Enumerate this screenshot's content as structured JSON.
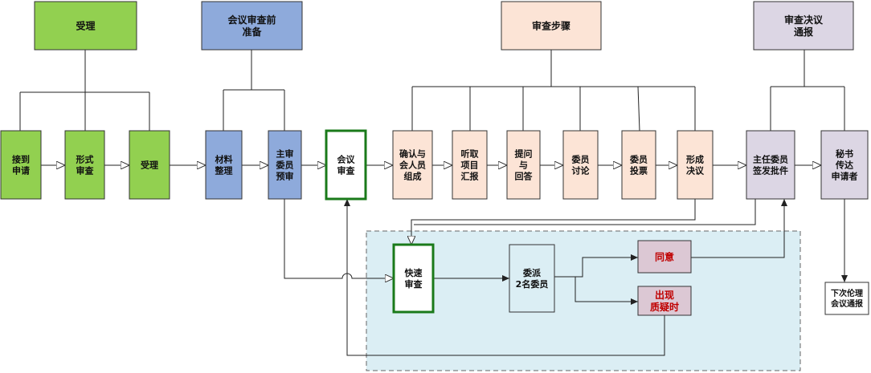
{
  "colors": {
    "green": "#92d050",
    "blue": "#8eaadb",
    "peach": "#fce4d6",
    "lavender": "#dcd6e4",
    "rose": "#dcc8d4",
    "panel": "#dbeef4",
    "white": "#ffffff",
    "border": "#333333",
    "highlight_border": "#1a7a1a",
    "alert_text": "#c00000"
  },
  "headers": [
    {
      "id": "reception",
      "lines": [
        "受理"
      ]
    },
    {
      "id": "prep",
      "lines": [
        "会议审查前",
        "准备"
      ]
    },
    {
      "id": "steps",
      "lines": [
        "审查步骤"
      ]
    },
    {
      "id": "resolution",
      "lines": [
        "审查决议",
        "通报"
      ]
    }
  ],
  "steps": [
    {
      "id": "apply",
      "lines": [
        "接到",
        "申请"
      ]
    },
    {
      "id": "formal",
      "lines": [
        "形式",
        "审查"
      ]
    },
    {
      "id": "accept",
      "lines": [
        "受理"
      ]
    },
    {
      "id": "material",
      "lines": [
        "材料",
        "整理"
      ]
    },
    {
      "id": "pre",
      "lines": [
        "主审",
        "委员",
        "预审"
      ]
    },
    {
      "id": "meeting",
      "lines": [
        "会议",
        "审查"
      ]
    },
    {
      "id": "confirm",
      "lines": [
        "确认与",
        "会人员",
        "组成"
      ]
    },
    {
      "id": "hear",
      "lines": [
        "听取",
        "项目",
        "汇报"
      ]
    },
    {
      "id": "qa",
      "lines": [
        "提问",
        "与",
        "回答"
      ]
    },
    {
      "id": "discuss",
      "lines": [
        "委员",
        "讨论"
      ]
    },
    {
      "id": "vote",
      "lines": [
        "委员",
        "投票"
      ]
    },
    {
      "id": "decide",
      "lines": [
        "形成",
        "决议"
      ]
    },
    {
      "id": "sign",
      "lines": [
        "主任委员",
        "签发批件"
      ]
    },
    {
      "id": "notify",
      "lines": [
        "秘书",
        "传达",
        "申请者"
      ]
    }
  ],
  "fast_track": {
    "fast": {
      "lines": [
        "快速",
        "审查"
      ]
    },
    "assign": {
      "lines": [
        "委派",
        "2名委员"
      ]
    },
    "agree": {
      "lines": [
        "同意"
      ]
    },
    "issue": {
      "lines": [
        "出现",
        "质疑时"
      ]
    }
  },
  "next_meeting": {
    "lines": [
      "下次伦理",
      "会议通报"
    ]
  }
}
